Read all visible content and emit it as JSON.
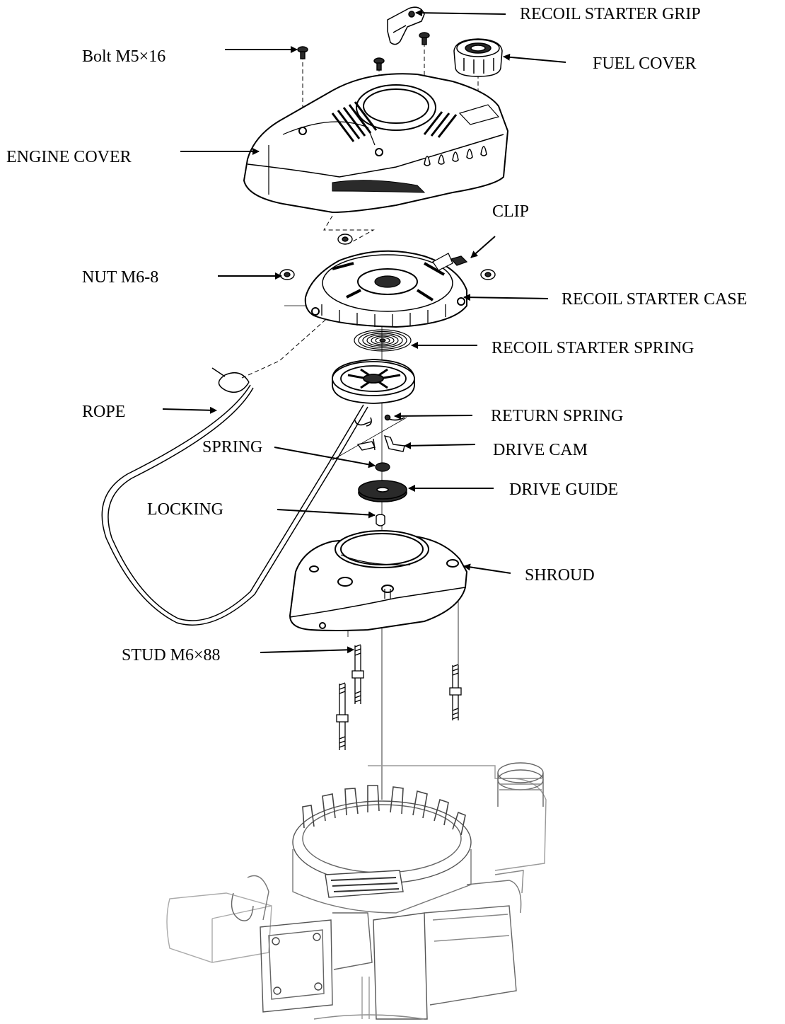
{
  "labels": {
    "recoil_starter_grip": "RECOIL STARTER GRIP",
    "bolt": "Bolt M5×16",
    "fuel_cover": "FUEL COVER",
    "engine_cover": "ENGINE COVER",
    "clip": "CLIP",
    "nut": "NUT M6-8",
    "recoil_starter_case": "RECOIL STARTER CASE",
    "recoil_starter_spring": "RECOIL STARTER SPRING",
    "rope": "ROPE",
    "return_spring": "RETURN SPRING",
    "spring": "SPRING",
    "drive_cam": "DRIVE CAM",
    "drive_guide": "DRIVE GUIDE",
    "locking": "LOCKING",
    "shroud": "SHROUD",
    "stud": "STUD M6×88"
  },
  "colors": {
    "line": "#000000",
    "part_fill": "#ffffff",
    "dark_fill": "#2a2a2a",
    "engine_line": "#9a9a9a"
  }
}
